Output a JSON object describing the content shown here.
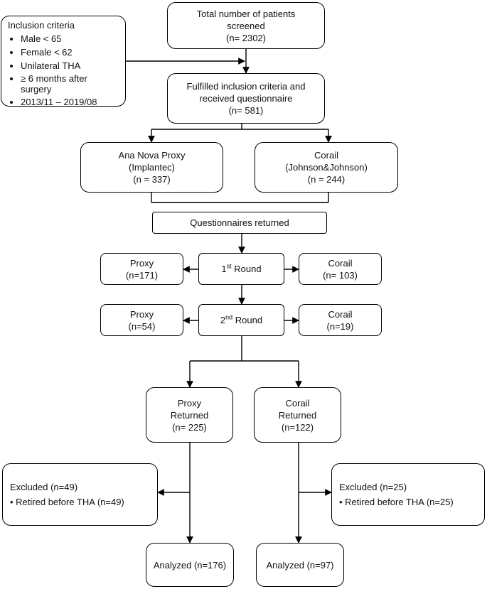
{
  "inclusion": {
    "title": "Inclusion criteria",
    "items": [
      "Male < 65",
      "Female < 62",
      "Unilateral THA",
      "≥ 6 months after surgery",
      "2013/11 – 2019/08"
    ]
  },
  "screened": {
    "line1": "Total number of patients",
    "line2": "screened",
    "count": "(n= 2302)"
  },
  "fulfilled": {
    "line1": "Fulfilled inclusion criteria and",
    "line2": "received questionnaire",
    "count": "(n= 581)"
  },
  "ananova": {
    "line1": "Ana Nova Proxy",
    "line2": "(Implantec)",
    "count": "(n = 337)"
  },
  "corail_group": {
    "line1": "Corail",
    "line2": "(Johnson&Johnson)",
    "count": "(n = 244)"
  },
  "questionnaires": {
    "label": "Questionnaires returned"
  },
  "round1": {
    "prefix": "1",
    "sup": "st",
    "suffix": " Round"
  },
  "round1_proxy": {
    "label": "Proxy",
    "count": "(n=171)"
  },
  "round1_corail": {
    "label": "Corail",
    "count": "(n= 103)"
  },
  "round2": {
    "prefix": "2",
    "sup": "nd",
    "suffix": " Round"
  },
  "round2_proxy": {
    "label": "Proxy",
    "count": "(n=54)"
  },
  "round2_corail": {
    "label": "Corail",
    "count": "(n=19)"
  },
  "proxy_returned": {
    "line1": "Proxy",
    "line2": "Returned",
    "count": "(n= 225)"
  },
  "corail_returned": {
    "line1": "Corail",
    "line2": "Returned",
    "count": "(n=122)"
  },
  "excluded_left": {
    "title": "Excluded  (n=49)",
    "item": "Retired before THA (n=49)"
  },
  "excluded_right": {
    "title": "Excluded (n=25)",
    "item": "Retired before THA (n=25)"
  },
  "analyzed_left": {
    "label": "Analyzed (n=176)"
  },
  "analyzed_right": {
    "label": "Analyzed (n=97)"
  }
}
